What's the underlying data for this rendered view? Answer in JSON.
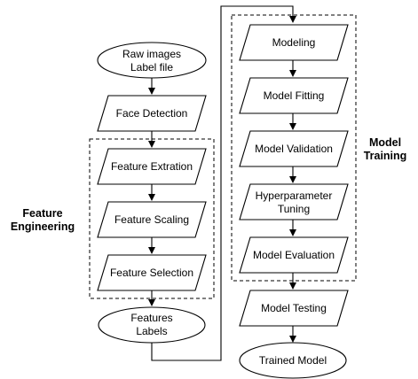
{
  "nodes": {
    "raw_input": {
      "line1": "Raw images",
      "line2": "Label file"
    },
    "face_detection": "Face Detection",
    "feature_extraction": "Feature Extration",
    "feature_scaling": "Feature Scaling",
    "feature_selection": "Feature Selection",
    "features_output": {
      "line1": "Features",
      "line2": "Labels"
    },
    "modeling": "Modeling",
    "model_fitting": "Model Fitting",
    "model_validation": "Model Validation",
    "hyperparameter_tuning": {
      "line1": "Hyperparameter",
      "line2": "Tuning"
    },
    "model_evaluation": "Model Evaluation",
    "model_testing": "Model Testing",
    "trained_model": "Trained Model"
  },
  "groups": {
    "feature_engineering": {
      "line1": "Feature",
      "line2": "Engineering"
    },
    "model_training": {
      "line1": "Model",
      "line2": "Training"
    }
  }
}
